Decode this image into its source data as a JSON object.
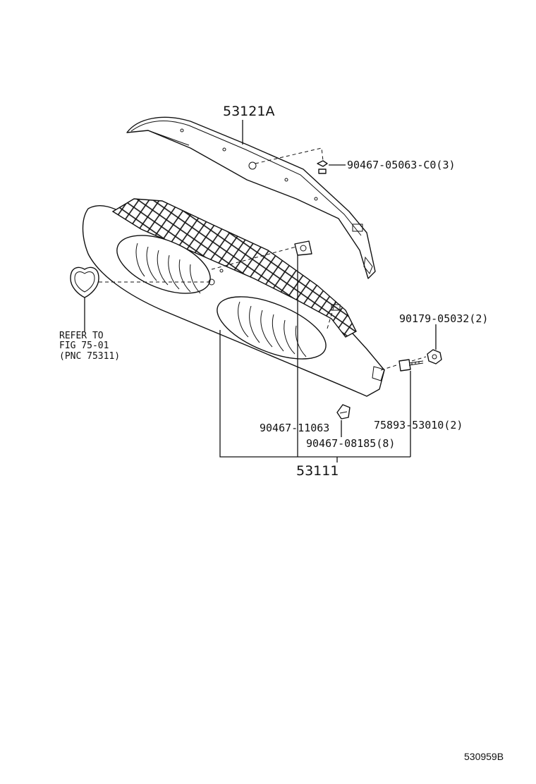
{
  "parts": {
    "molding_upper": "53121A",
    "clip_molding": "90467-05063-C0(3)",
    "nut": "90179-05032(2)",
    "clip_grille": "90467-11063",
    "screw": "75893-53010(2)",
    "clip_lower": "90467-08185(8)",
    "grille_assy": "53111"
  },
  "reference": {
    "line1": "REFER TO",
    "line2": "FIG 75-01",
    "line3": "(PNC 75311)"
  },
  "drawing_code": "530959B"
}
